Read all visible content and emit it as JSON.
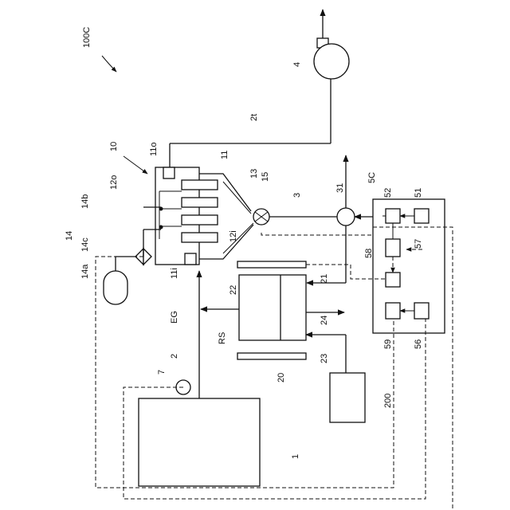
{
  "labels": {
    "system": "100C",
    "unit10": "10",
    "l11o": "11o",
    "l11": "11",
    "l13": "13",
    "l12o": "12o",
    "l15": "15",
    "l3": "3",
    "l31": "31",
    "l5c": "5C",
    "l52": "52",
    "l51": "51",
    "l14b": "14b",
    "l14": "14",
    "l14a": "14a",
    "l14c": "14c",
    "l12i": "12i",
    "l57": "57",
    "l58": "58",
    "l11i": "11i",
    "l22": "22",
    "l21": "21",
    "eg": "EG",
    "rs": "RS",
    "l24": "24",
    "l59": "59",
    "l56": "56",
    "l2": "2",
    "l23": "23",
    "l20": "20",
    "l7": "7",
    "l200": "200",
    "l1": "1",
    "l2t": "2t",
    "l4": "4"
  }
}
